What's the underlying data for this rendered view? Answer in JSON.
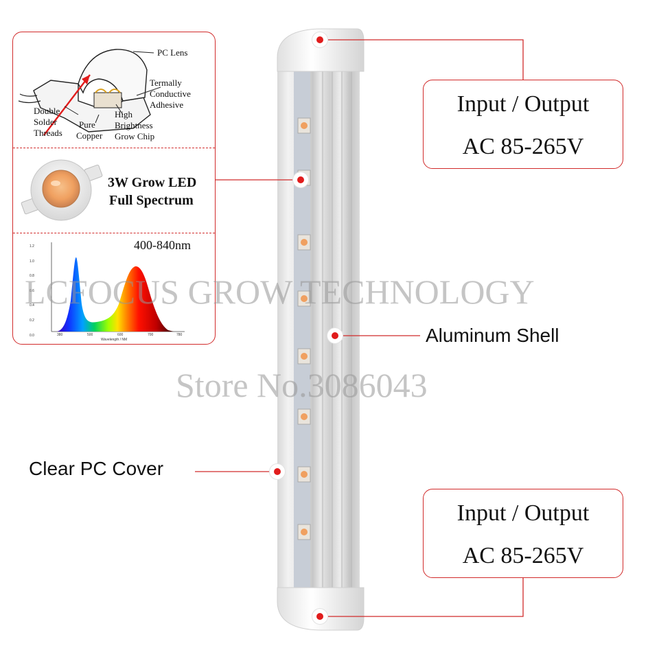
{
  "diagram": {
    "pc_lens": "PC Lens",
    "thermal_line1": "Termally",
    "thermal_line2": "Conductive",
    "thermal_line3": "Adhesive",
    "solder_line1": "Double",
    "solder_line2": "Solder",
    "solder_line3": "Threads",
    "copper_line1": "Pure",
    "copper_line2": "Copper",
    "chip_line1": "High",
    "chip_line2": "Brightness",
    "chip_line3": "Grow Chip"
  },
  "led": {
    "line1": "3W Grow LED",
    "line2": "Full Spectrum"
  },
  "spectrum": {
    "range_label": "400-840nm",
    "x_label": "Wavelength / NM",
    "y_ticks": [
      "1.2",
      "1.0",
      "0.8",
      "0.6",
      "0.4",
      "0.2",
      "0.0"
    ],
    "x_ticks": [
      "380",
      "500",
      "600",
      "700",
      "780"
    ]
  },
  "callouts": {
    "top_line1": "Input /  Output",
    "top_line2": "AC 85-265V",
    "bottom_line1": "Input /  Output",
    "bottom_line2": "AC 85-265V"
  },
  "labels": {
    "aluminum_shell": "Aluminum Shell",
    "clear_pc_cover": "Clear PC Cover"
  },
  "watermark": {
    "line1": "LCFOCUS GROW TECHNOLOGY",
    "line2": "Store No.3086043"
  },
  "colors": {
    "accent_red": "#d12a2a",
    "led_orange": "#f0a060"
  }
}
